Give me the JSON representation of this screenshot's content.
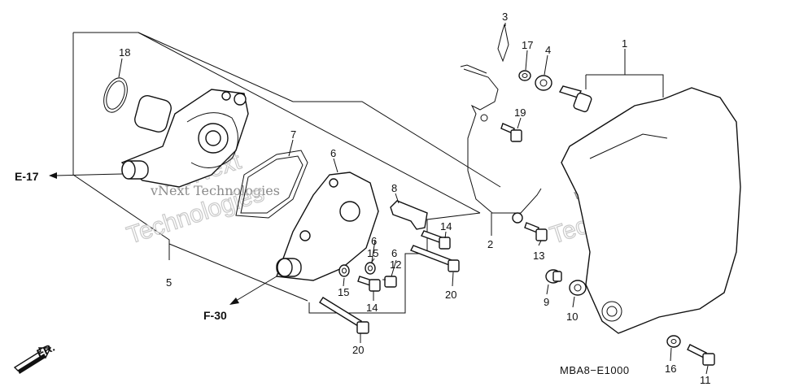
{
  "callouts": {
    "n1": "1",
    "n2": "2",
    "n3": "3",
    "n4": "4",
    "n5": "5",
    "n6a": "6",
    "n6b": "6",
    "n7": "7",
    "n8": "8",
    "n9": "9",
    "n10": "10",
    "n11": "11",
    "n12": "12",
    "n13": "13",
    "n14a": "14",
    "n14b": "14",
    "n15a": "15",
    "n15b": "15",
    "n16": "16",
    "n17": "17",
    "n18": "18",
    "n19": "19",
    "n20a": "20",
    "n20b": "20"
  },
  "references": {
    "e17": "E-17",
    "f30": "F-30",
    "fr": "FR."
  },
  "diagram_code": "MBA8−E1000",
  "watermark": {
    "line1": "vNext Technologies",
    "line2": "Technologies"
  },
  "colors": {
    "ink": "#111111",
    "watermark": "#c9c9c9"
  }
}
